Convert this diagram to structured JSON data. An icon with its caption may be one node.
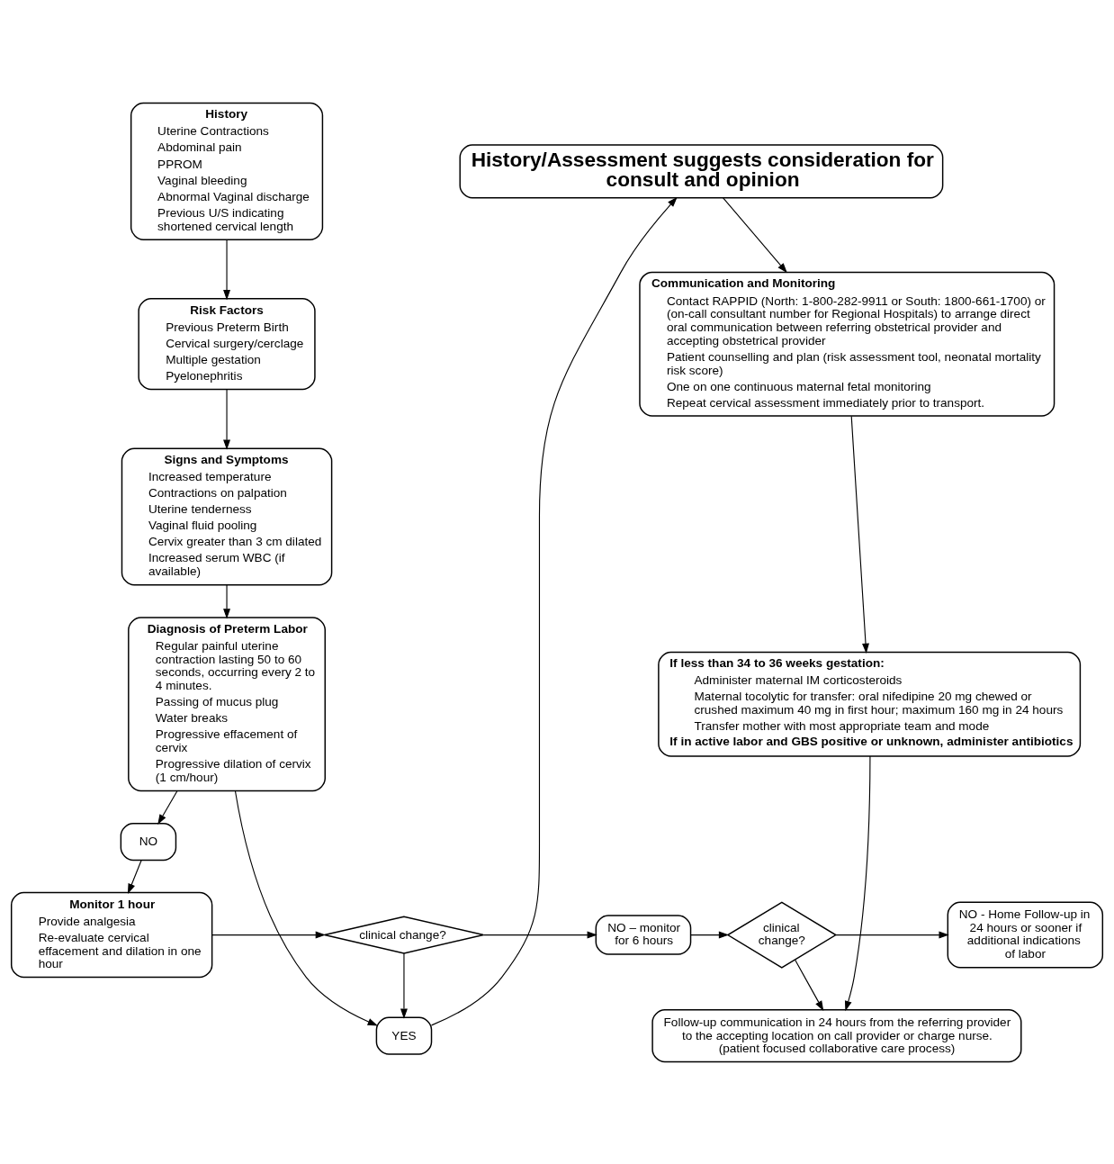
{
  "diagram": {
    "nodes": [
      {
        "text": [
          "History",
          "Uterine Contractions",
          "Abdominal pain",
          "PPROM",
          "Vaginal bleeding",
          "Abnormal Vaginal discharge",
          "Previous U/S indicating shortened cervical length"
        ]
      },
      {
        "text": [
          "Risk Factors",
          "Previous Preterm Birth",
          "Cervical surgery/cerclage",
          "Multiple gestation",
          "Pyelonephritis"
        ]
      },
      {
        "text": [
          "Signs and Symptoms",
          "Increased temperature",
          "Contractions on palpation",
          "Uterine tenderness",
          "Vaginal fluid pooling",
          "Cervix greater than 3 cm dilated",
          "Increased serum WBC (if available)"
        ]
      },
      {
        "text": [
          "Diagnosis of Preterm Labor",
          "Regular painful uterine contraction lasting 50 to 60 seconds, occurring every 2 to 4 minutes.",
          "Passing of mucus plug",
          "Water breaks",
          "Progressive effacement of cervix",
          "Progressive dilation of cervix (1 cm/hour)"
        ]
      },
      {
        "text": [
          "NO"
        ]
      },
      {
        "text": [
          "Monitor 1 hour",
          "Provide analgesia",
          "Re-evaluate cervical effacement and dilation in one hour"
        ]
      },
      {
        "text": [
          "clinical change?"
        ]
      },
      {
        "text": [
          "YES"
        ]
      },
      {
        "text": [
          "History/Assessment suggests consideration for consult and opinion"
        ]
      },
      {
        "text": [
          "Communication and Monitoring",
          "Contact RAPPID (North: 1-800-282-9911 or South: 1800-661-1700) or (on-call consultant number for Regional Hospitals) to arrange direct oral communication between referring obstetrical provider and accepting obstetrical provider",
          "Patient counselling and plan (risk assessment tool, neonatal mortality risk score)",
          "One on one continuous maternal fetal monitoring",
          "Repeat cervical assessment immediately prior to transport."
        ]
      },
      {
        "text": [
          "If less than 34 to 36 weeks gestation:",
          "Administer maternal IM corticosteroids",
          "Maternal tocolytic for transfer: oral nifedipine 20 mg chewed or crushed maximum 40 mg in first hour; maximum 160 mg in 24 hours",
          "Transfer mother with most appropriate team and mode",
          "If in active labor and GBS positive or unknown, administer antibiotics"
        ]
      },
      {
        "text": [
          "Follow-up communication in 24 hours from the referring provider to the accepting location on call provider or charge nurse. (patient focused collaborative care process)"
        ]
      },
      {
        "text": [
          "NO – monitor for 6 hours"
        ]
      },
      {
        "text": [
          "clinical change?"
        ]
      },
      {
        "text": [
          "NO - Home Follow-up in 24 hours or sooner if additional indications of labor"
        ]
      }
    ],
    "edges": [
      {
        "from": 0,
        "to": 1,
        "arrow": "to"
      },
      {
        "from": 1,
        "to": 2,
        "arrow": "to"
      },
      {
        "from": 2,
        "to": 3,
        "arrow": "to"
      },
      {
        "from": 3,
        "to": 4,
        "arrow": "to"
      },
      {
        "from": 4,
        "to": 5,
        "arrow": "to"
      },
      {
        "from": 3,
        "to": 7,
        "arrow": "to"
      },
      {
        "from": 5,
        "to": 6,
        "arrow": "to"
      },
      {
        "from": 6,
        "to": 7,
        "arrow": "to"
      },
      {
        "from": 7,
        "to": 8,
        "arrow": "to"
      },
      {
        "from": 8,
        "to": 9,
        "arrow": "to"
      },
      {
        "from": 9,
        "to": 10,
        "arrow": "to"
      },
      {
        "from": 10,
        "to": 11,
        "arrow": "to"
      },
      {
        "from": 6,
        "to": 12,
        "arrow": "to"
      },
      {
        "from": 12,
        "to": 13,
        "arrow": "to"
      },
      {
        "from": 13,
        "to": 11,
        "arrow": "to"
      },
      {
        "from": 13,
        "to": 14,
        "arrow": "to"
      }
    ]
  }
}
